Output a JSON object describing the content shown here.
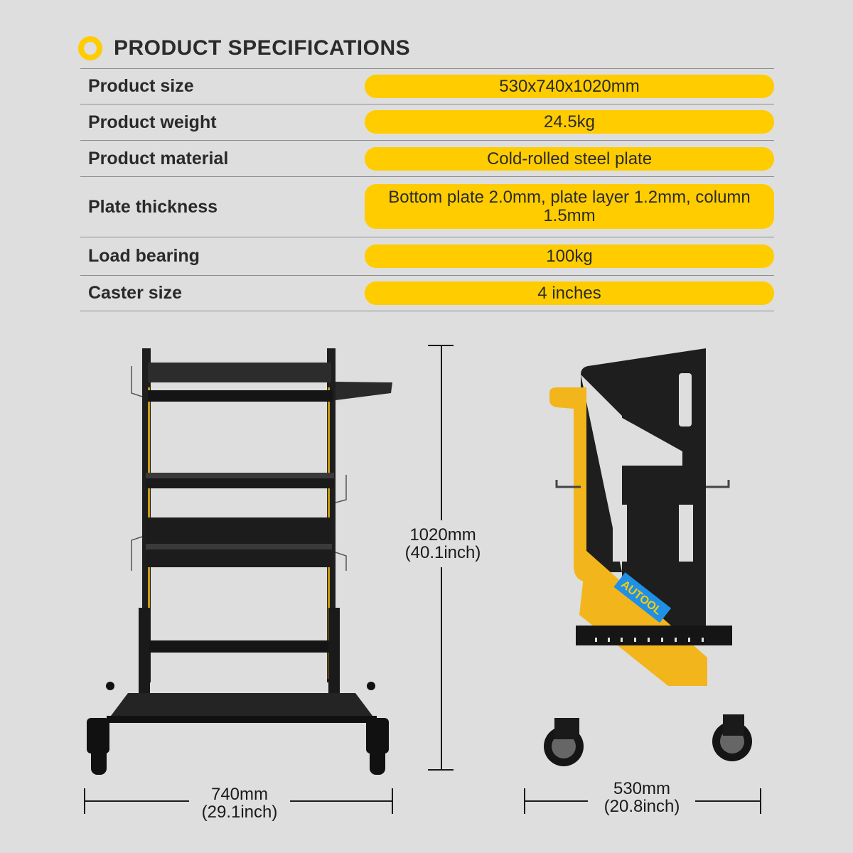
{
  "header": {
    "title": "PRODUCT SPECIFICATIONS",
    "bullet_icon": "ring-icon",
    "accent_color": "#ffcc00"
  },
  "specs": [
    {
      "label": "Product size",
      "value": "530x740x1020mm"
    },
    {
      "label": "Product weight",
      "value": "24.5kg"
    },
    {
      "label": "Product material",
      "value": "Cold-rolled steel plate"
    },
    {
      "label": "Plate thickness",
      "value": "Bottom plate 2.0mm, plate layer 1.2mm, column 1.5mm"
    },
    {
      "label": "Load bearing",
      "value": "100kg"
    },
    {
      "label": "Caster size",
      "value": "4 inches"
    }
  ],
  "dimensions": {
    "height": {
      "mm": "1020mm",
      "inch": "(40.1inch)"
    },
    "width_front": {
      "mm": "740mm",
      "inch": "(29.1inch)"
    },
    "width_side": {
      "mm": "530mm",
      "inch": "(20.8inch)"
    }
  },
  "product": {
    "brand_logo": "AUTOOL",
    "front_view": "cart-front-view",
    "side_view": "cart-side-view",
    "body_color": "#1e1e1e",
    "logo_color": "#1e90e6"
  }
}
